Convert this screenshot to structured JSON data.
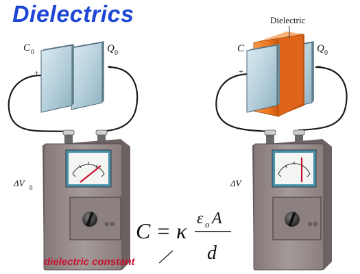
{
  "title": "Dielectrics",
  "left_setup": {
    "capacitance_label": "C",
    "capacitance_sub": "0",
    "charge_label": "Q",
    "charge_sub": "0",
    "plus_sign": "+",
    "minus_sign": "−",
    "voltage_label": "ΔV",
    "voltage_sub": "0"
  },
  "right_setup": {
    "dielectric_label": "Dielectric",
    "capacitance_label": "C",
    "charge_label": "Q",
    "charge_sub": "0",
    "plus_sign": "+",
    "minus_sign": "−",
    "voltage_label": "ΔV"
  },
  "formula": {
    "lhs": "C = κ",
    "numerator_eps": "ε",
    "numerator_sub": "o",
    "numerator_area": "A",
    "denominator": "d"
  },
  "annotation": {
    "text": "dielectric constant"
  },
  "colors": {
    "title": "#1f47d6",
    "annotation": "#c8102e",
    "dielectric": "#f07a22",
    "meter_body": "#9a8e8e",
    "plate": "#b9d4e0",
    "needle": "#c8102e"
  }
}
